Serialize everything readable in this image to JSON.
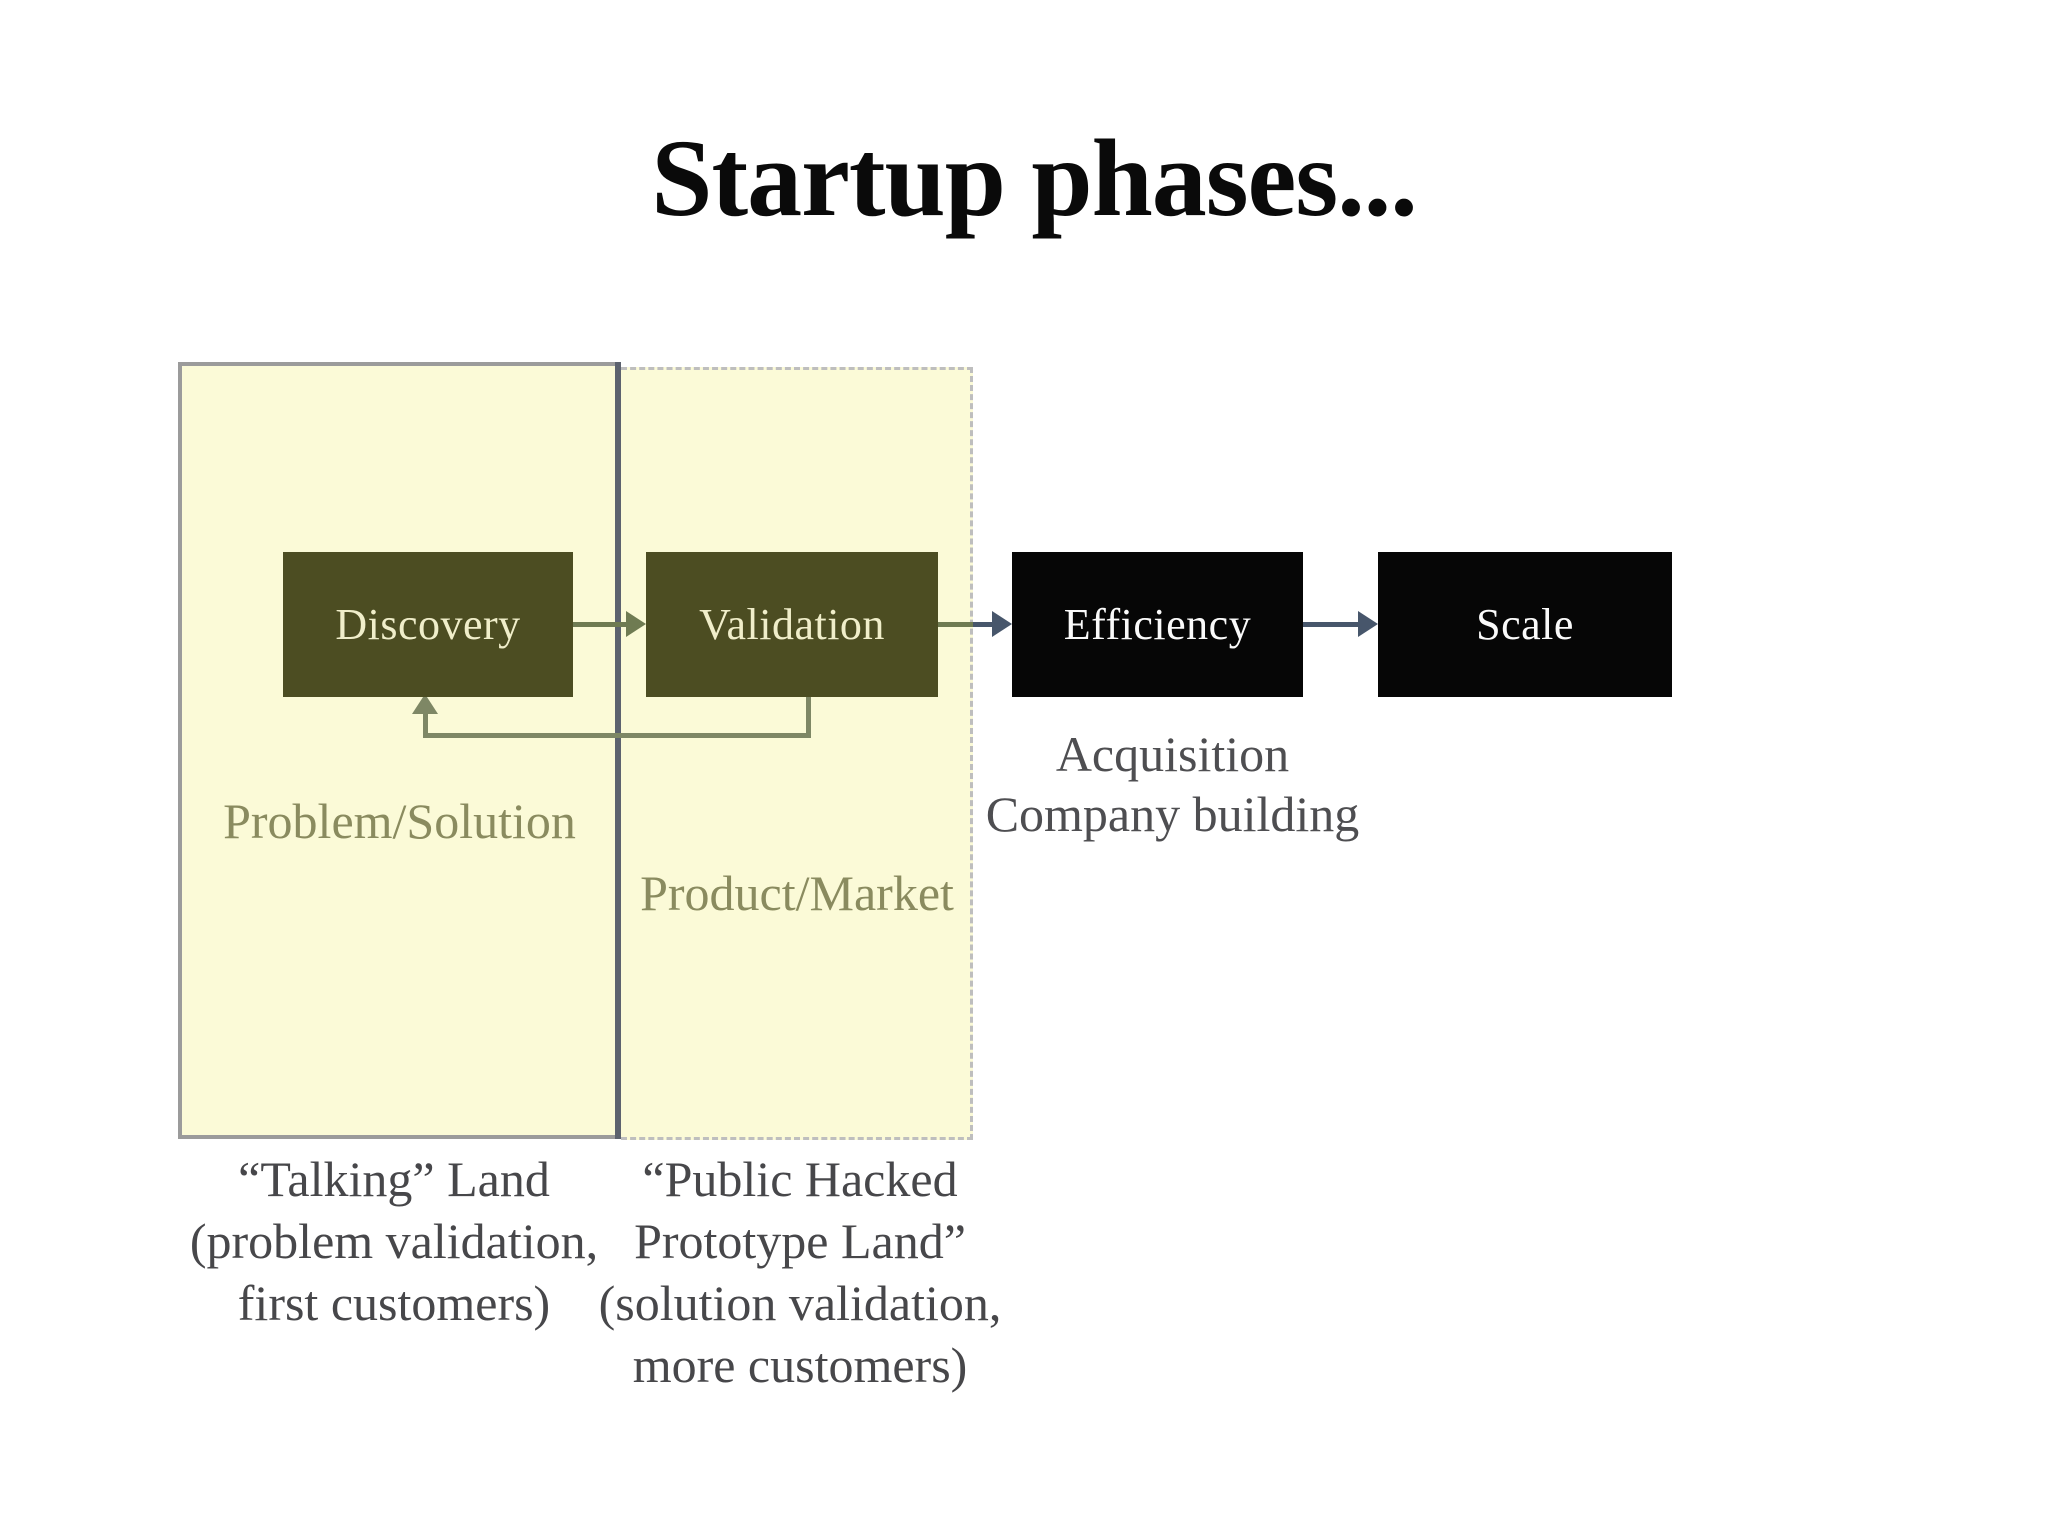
{
  "slide": {
    "title": "Startup phases..."
  },
  "phases": [
    {
      "label": "Discovery",
      "style": "olive"
    },
    {
      "label": "Validation",
      "style": "olive"
    },
    {
      "label": "Efficiency",
      "style": "black"
    },
    {
      "label": "Scale",
      "style": "black"
    }
  ],
  "zones": {
    "problem_solution": "Problem/Solution",
    "product_market": "Product/Market"
  },
  "connections": [
    {
      "from": "Discovery",
      "to": "Validation",
      "style": "olive-arrow"
    },
    {
      "from": "Validation",
      "to": "Efficiency",
      "style": "olive-to-slate-arrow"
    },
    {
      "from": "Efficiency",
      "to": "Scale",
      "style": "slate-arrow"
    },
    {
      "from": "Validation",
      "to": "Discovery",
      "style": "olive-feedback-loop"
    }
  ],
  "annotations": {
    "efficiency_note": {
      "lines": [
        "Acquisition",
        "Company building"
      ]
    },
    "talking_land": {
      "lines": [
        "“Talking” Land",
        "(problem validation,",
        "first customers)"
      ]
    },
    "prototype_land": {
      "lines": [
        "“Public Hacked",
        "Prototype Land”",
        "(solution validation,",
        "more customers)"
      ]
    }
  },
  "colors": {
    "panel_fill": "#fbfad7",
    "panel_border_solid": "#9b9b9b",
    "panel_border_dashed": "#bebebe",
    "panel_divider": "#5c626e",
    "olive_box": "#4c4d22",
    "olive_box_text": "#f0eeca",
    "black_box": "#060606",
    "black_box_text": "#fafafa",
    "olive_arrow": "#6f7b52",
    "slate_arrow": "#47566b",
    "feedback_loop": "#7e8765",
    "zone_label_text": "#8a8b5f",
    "note_text": "#4e4e51",
    "land_text": "#47474a",
    "title_text": "#0a0a0a"
  }
}
